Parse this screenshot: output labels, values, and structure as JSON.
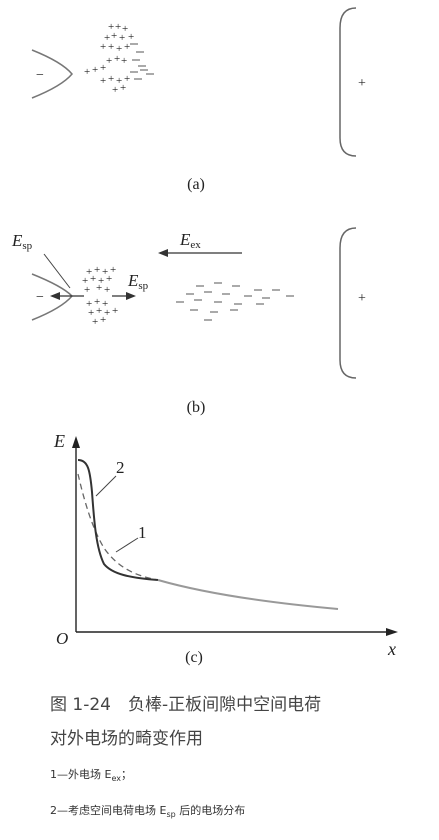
{
  "panel_a": {
    "label": "(a)",
    "needle_sign": "−",
    "plate_sign": "+",
    "space_charge_signs": [
      "+",
      "+",
      "+",
      "+",
      "+",
      "+",
      "+",
      "+",
      "+",
      "+",
      "+",
      "+",
      "+",
      "+"
    ],
    "space_charge_neg_signs": [
      "−",
      "−",
      "−",
      "−",
      "−",
      "−"
    ]
  },
  "panel_b": {
    "label": "(b)",
    "needle_sign": "−",
    "plate_sign": "+",
    "esp_left": "E",
    "esp_left_sub": "sp",
    "esp_right": "E",
    "esp_right_sub": "sp",
    "eex": "E",
    "eex_sub": "ex"
  },
  "panel_c": {
    "label": "(c)",
    "y_axis": "E",
    "x_axis": "x",
    "origin": "O",
    "curve1_label": "1",
    "curve2_label": "2"
  },
  "caption": {
    "line1": "图 1-24　负棒-正板间隙中空间电荷",
    "line2": "对外电场的畸变作用"
  },
  "legend": {
    "item1_prefix": "1—外电场 E",
    "item1_sub": "ex",
    "item1_suffix": "；",
    "item2_prefix": "2—考虑空间电荷电场 E",
    "item2_sub": "sp",
    "item2_suffix": " 后的电场分布"
  }
}
